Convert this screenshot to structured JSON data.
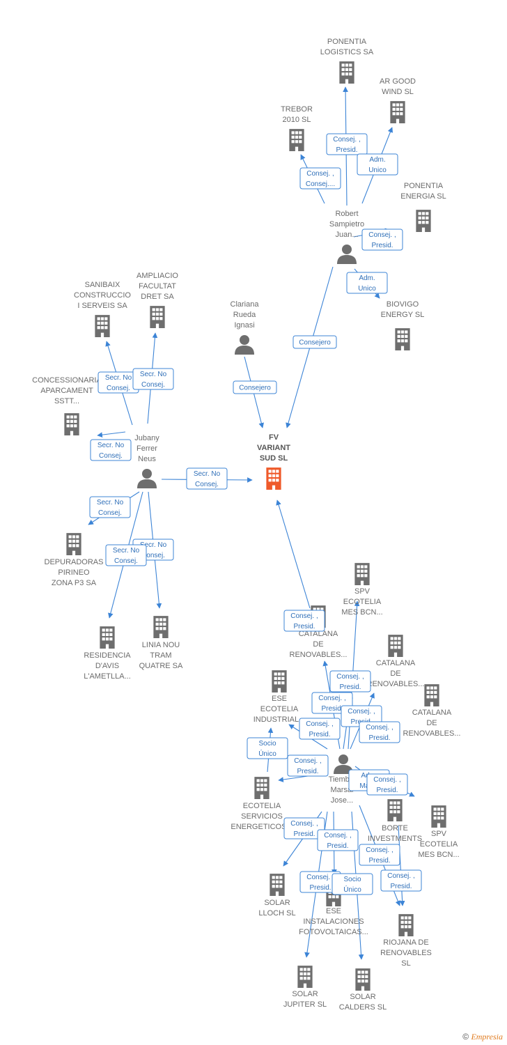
{
  "colors": {
    "node": "#6e6e6e",
    "focal": "#ef5a2a",
    "edge": "#3c84d6"
  },
  "footer": {
    "copyright": "©",
    "brand": "Empresia"
  },
  "nodes": [
    {
      "id": "fv",
      "type": "company",
      "focal": true,
      "lines": [
        "FV",
        "VARIANT",
        "SUD  SL"
      ]
    },
    {
      "id": "ponentia_logistics",
      "type": "company",
      "lines": [
        "PONENTIA",
        "LOGISTICS SA"
      ]
    },
    {
      "id": "ar_good_wind",
      "type": "company",
      "lines": [
        "AR GOOD",
        "WIND  SL"
      ]
    },
    {
      "id": "trebor",
      "type": "company",
      "lines": [
        "TREBOR",
        "2010 SL"
      ]
    },
    {
      "id": "ponentia_energia",
      "type": "company",
      "lines": [
        "PONENTIA",
        "ENERGIA  SL"
      ]
    },
    {
      "id": "robert",
      "type": "person",
      "lines": [
        "Robert",
        "Sampietro",
        "Juan..."
      ]
    },
    {
      "id": "biovigo",
      "type": "company",
      "lines": [
        "BIOVIGO",
        "ENERGY SL"
      ]
    },
    {
      "id": "clariana",
      "type": "person",
      "lines": [
        "Clariana",
        "Rueda",
        "Ignasi"
      ]
    },
    {
      "id": "sanibaix",
      "type": "company",
      "lines": [
        "SANIBAIX",
        "CONSTRUCCIO",
        "I SERVEIS SA"
      ]
    },
    {
      "id": "ampliacio",
      "type": "company",
      "lines": [
        "AMPLIACIO",
        "FACULTAT",
        "DRET SA"
      ]
    },
    {
      "id": "concessionaria",
      "type": "company",
      "lines": [
        "CONCESSIONARIA",
        "APARCAMENT",
        "SSTT..."
      ]
    },
    {
      "id": "jubany",
      "type": "person",
      "lines": [
        "Jubany",
        "Ferrer",
        "Neus"
      ]
    },
    {
      "id": "depuradoras",
      "type": "company",
      "lines": [
        "DEPURADORAS",
        "PIRINEO",
        "ZONA P3 SA"
      ]
    },
    {
      "id": "residencia",
      "type": "company",
      "lines": [
        "RESIDENCIA",
        "D'AVIS",
        "L'AMETLLA..."
      ]
    },
    {
      "id": "linia_nou",
      "type": "company",
      "lines": [
        "LINIA NOU",
        "TRAM",
        "QUATRE SA"
      ]
    },
    {
      "id": "spv_mes_1",
      "type": "company",
      "lines": [
        "SPV",
        "ECOTELIA",
        "MES BCN..."
      ]
    },
    {
      "id": "catalana_1",
      "type": "company",
      "lines": [
        "CATALANA",
        "DE",
        "RENOVABLES..."
      ]
    },
    {
      "id": "catalana_2",
      "type": "company",
      "lines": [
        "CATALANA",
        "DE",
        "RENOVABLES..."
      ]
    },
    {
      "id": "catalana_3",
      "type": "company",
      "lines": [
        "CATALANA",
        "DE",
        "RENOVABLES..."
      ]
    },
    {
      "id": "ese_industrial",
      "type": "company",
      "lines": [
        "ESE",
        "ECOTELIA",
        "INDUSTRIAL..."
      ]
    },
    {
      "id": "ecotelia_servicios",
      "type": "company",
      "lines": [
        "ECOTELIA",
        "SERVICIOS",
        "ENERGETICOS..."
      ]
    },
    {
      "id": "tiemblo",
      "type": "person",
      "lines": [
        "Tiemblo",
        "Marsal",
        "Jose..."
      ]
    },
    {
      "id": "borte",
      "type": "company",
      "lines": [
        "BORTE",
        "INVESTMENTS",
        "SL"
      ]
    },
    {
      "id": "spv_mes_2",
      "type": "company",
      "lines": [
        "SPV",
        "ECOTELIA",
        "MES BCN..."
      ]
    },
    {
      "id": "solar_lloch",
      "type": "company",
      "lines": [
        "SOLAR",
        "LLOCH  SL"
      ]
    },
    {
      "id": "ese_instalaciones",
      "type": "company",
      "lines": [
        "ESE",
        "INSTALACIONES",
        "FOTOVOLTAICAS..."
      ]
    },
    {
      "id": "riojana",
      "type": "company",
      "lines": [
        "RIOJANA DE",
        "RENOVABLES",
        "SL"
      ]
    },
    {
      "id": "solar_jupiter",
      "type": "company",
      "lines": [
        "SOLAR",
        "JUPITER  SL"
      ]
    },
    {
      "id": "solar_calders",
      "type": "company",
      "lines": [
        "SOLAR",
        "CALDERS  SL"
      ]
    }
  ],
  "edges": [
    {
      "from": "robert",
      "to": "ponentia_logistics",
      "label": [
        "Consej. ,",
        "Presid."
      ]
    },
    {
      "from": "robert",
      "to": "ar_good_wind",
      "label": [
        "Adm.",
        "Unico"
      ]
    },
    {
      "from": "robert",
      "to": "trebor",
      "label": [
        "Consej. ,",
        "Consej...."
      ]
    },
    {
      "from": "robert",
      "to": "ponentia_energia",
      "label": [
        "Consej. ,",
        "Presid."
      ]
    },
    {
      "from": "robert",
      "to": "biovigo",
      "label": [
        "Adm.",
        "Unico"
      ]
    },
    {
      "from": "robert",
      "to": "fv",
      "label": [
        "Consejero"
      ]
    },
    {
      "from": "clariana",
      "to": "fv",
      "label": [
        "Consejero"
      ]
    },
    {
      "from": "jubany",
      "to": "fv",
      "label": [
        "Secr.  No",
        "Consej."
      ]
    },
    {
      "from": "jubany",
      "to": "sanibaix",
      "label": [
        "Secr.  No",
        "Consej."
      ]
    },
    {
      "from": "jubany",
      "to": "ampliacio",
      "label": [
        "Secr.  No",
        "Consej."
      ]
    },
    {
      "from": "jubany",
      "to": "concessionaria",
      "label": [
        "Secr.  No",
        "Consej."
      ]
    },
    {
      "from": "jubany",
      "to": "depuradoras",
      "label": [
        "Secr.  No",
        "Consej."
      ]
    },
    {
      "from": "jubany",
      "to": "residencia",
      "label": [
        "Secr.  No",
        "Consej."
      ]
    },
    {
      "from": "jubany",
      "to": "linia_nou",
      "label": [
        "Secr.  No",
        "Consej."
      ]
    },
    {
      "from": "tiemblo",
      "to": "fv",
      "label": [
        "Consej. ,",
        "Presid."
      ]
    },
    {
      "from": "tiemblo",
      "to": "spv_mes_1",
      "label": [
        "Consej. ,",
        "Presid."
      ]
    },
    {
      "from": "tiemblo",
      "to": "catalana_1",
      "label": [
        "Consej. ,",
        "Presid."
      ]
    },
    {
      "from": "tiemblo",
      "to": "catalana_2",
      "label": [
        "Consej. ,",
        "Presid."
      ]
    },
    {
      "from": "tiemblo",
      "to": "catalana_3",
      "label": [
        "Consej. ,",
        "Presid."
      ]
    },
    {
      "from": "tiemblo",
      "to": "ese_industrial",
      "label": [
        "Consej. ,",
        "Presid."
      ]
    },
    {
      "from": "ecotelia_servicios",
      "to": "ese_industrial",
      "label": [
        "Socio",
        "Único"
      ]
    },
    {
      "from": "tiemblo",
      "to": "borte",
      "label": [
        "Adm.",
        "Manc."
      ]
    },
    {
      "from": "tiemblo",
      "to": "spv_mes_2",
      "label": [
        "Consej. ,",
        "Presid."
      ]
    },
    {
      "from": "tiemblo",
      "to": "solar_lloch",
      "label": [
        "Consej. ,",
        "Presid."
      ]
    },
    {
      "from": "tiemblo",
      "to": "ese_instalaciones",
      "label": [
        "Consej. ,",
        "Presid."
      ]
    },
    {
      "from": "tiemblo",
      "to": "riojana",
      "label": [
        "Consej. ,",
        "Presid."
      ]
    },
    {
      "from": "tiemblo",
      "to": "solar_jupiter",
      "label": [
        "Consej. ,",
        "Presid."
      ]
    },
    {
      "from": "tiemblo",
      "to": "solar_calders",
      "label": [
        "Consej. ,",
        "Presid."
      ]
    },
    {
      "from": "borte",
      "to": "riojana",
      "label": [
        "Socio",
        "Único"
      ]
    },
    {
      "from": "tiemblo",
      "to": "ecotelia_servicios",
      "label": [
        "Consej. ,",
        "Presid."
      ]
    }
  ]
}
